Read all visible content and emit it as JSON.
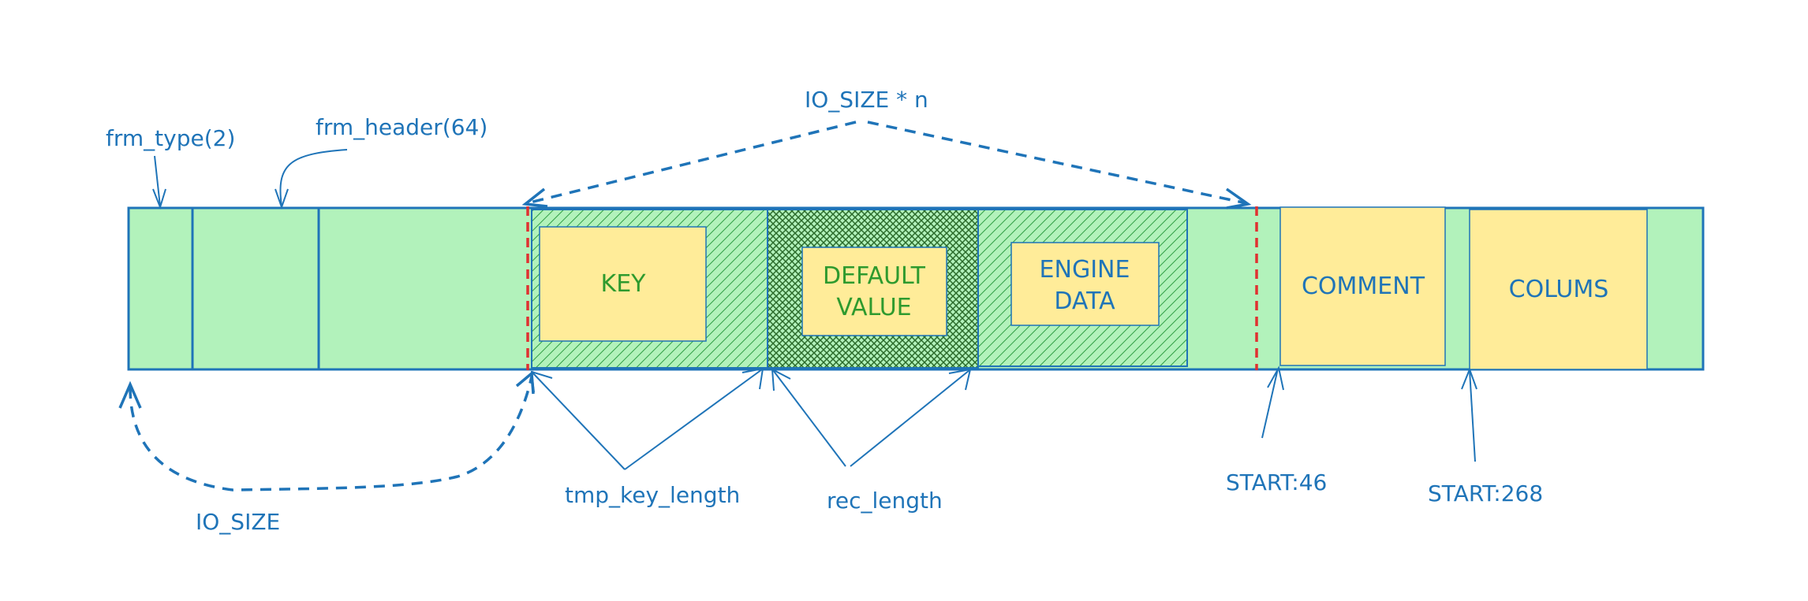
{
  "colors": {
    "accent": "#1f74b8",
    "fill_green": "#b2f2bb",
    "fill_yellow": "#ffec99",
    "divider_red": "#e03131",
    "label_green": "#2f9e44"
  },
  "labels": {
    "frm_type": "frm_type(2)",
    "frm_header": "frm_header(64)",
    "io_size_n": "IO_SIZE * n",
    "io_size": "IO_SIZE",
    "tmp_key_length": "tmp_key_length",
    "rec_length": "rec_length",
    "start_46": "START:46",
    "start_268": "START:268"
  },
  "blocks": {
    "key": "KEY",
    "default_value": [
      "DEFAULT",
      "VALUE"
    ],
    "engine_data": [
      "ENGINE",
      "DATA"
    ],
    "comment": "COMMENT",
    "colums": "COLUMS"
  }
}
